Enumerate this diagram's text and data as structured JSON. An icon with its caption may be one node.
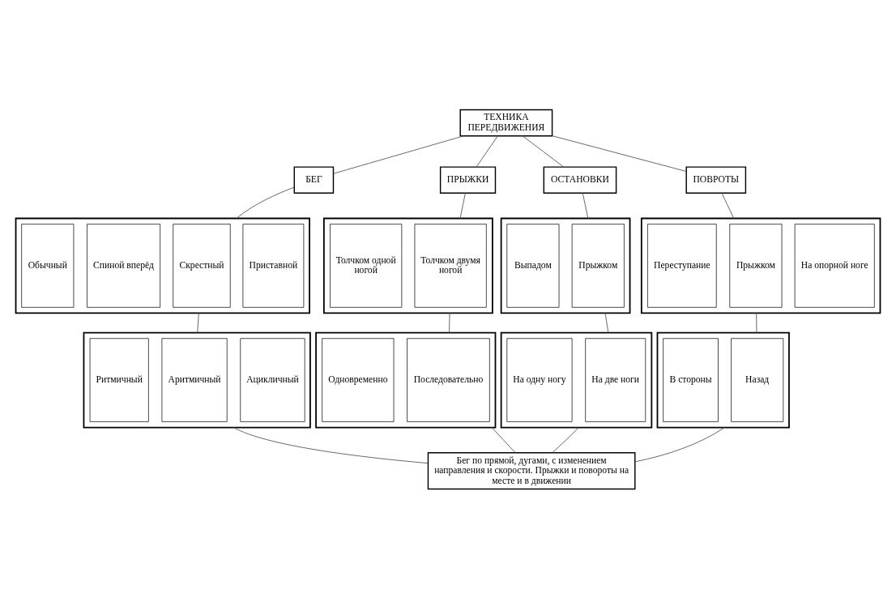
{
  "diagram": {
    "nodes": [
      {
        "text": [
          "ТЕХНИКА ПЕРЕДВИЖЕНИЯ"
        ]
      },
      {
        "text": [
          "БЕГ"
        ]
      },
      {
        "text": [],
        "shape": "box"
      },
      {
        "text": [
          "Обычный"
        ],
        "in": 2
      },
      {
        "text": [
          "Спиной вперёд"
        ],
        "in": 2
      },
      {
        "text": [
          "Скрестный"
        ],
        "in": 2
      },
      {
        "text": [
          "Приставной"
        ],
        "in": 2
      },
      {
        "text": [],
        "shape": "box"
      },
      {
        "text": [
          "Ритмичный"
        ],
        "in": 7
      },
      {
        "text": [
          "Аритмичный"
        ],
        "in": 7
      },
      {
        "text": [
          "Ацикличный"
        ],
        "in": 7
      },
      {
        "text": [
          "ПРЫЖКИ"
        ]
      },
      {
        "text": [],
        "shape": "box"
      },
      {
        "text": [
          "Толчком одной ногой"
        ],
        "in": 12
      },
      {
        "text": [
          "Толчком двумя ногой"
        ],
        "in": 12
      },
      {
        "text": [],
        "shape": "box"
      },
      {
        "text": [
          "Одновременно"
        ],
        "in": 15
      },
      {
        "text": [
          "Последовательно"
        ],
        "in": 15
      },
      {
        "text": [
          "ОСТАНОВКИ"
        ]
      },
      {
        "text": [],
        "shape": "box"
      },
      {
        "text": [
          "Выпадом"
        ],
        "in": 19
      },
      {
        "text": [
          "Прыжком"
        ],
        "in": 19
      },
      {
        "text": [],
        "shape": "box"
      },
      {
        "text": [
          "На одну ногу"
        ],
        "in": 22
      },
      {
        "text": [
          "На две ноги"
        ],
        "in": 22
      },
      {
        "text": [
          "ПОВРОТЫ"
        ]
      },
      {
        "text": [],
        "shape": "box"
      },
      {
        "text": [
          "Переступание"
        ],
        "in": 26
      },
      {
        "text": [
          "Прыжком"
        ],
        "in": 26
      },
      {
        "text": [
          "На опорной ноге"
        ],
        "in": 26
      },
      {
        "text": [],
        "shape": "box"
      },
      {
        "text": [
          "В стороны"
        ],
        "in": 30
      },
      {
        "text": [
          "Назад"
        ],
        "in": 30
      },
      {
        "text": [
          "Бег по прямой, дугами, с изменением направления и скорости. Прыжки и повороты на месте и в движении"
        ]
      }
    ],
    "edges": [
      {
        "from": 0,
        "to": 1,
        "arrow": "none"
      },
      {
        "from": 0,
        "to": 11,
        "arrow": "none"
      },
      {
        "from": 0,
        "to": 18,
        "arrow": "none"
      },
      {
        "from": 0,
        "to": 25,
        "arrow": "none"
      },
      {
        "from": 1,
        "to": 2,
        "arrow": "none"
      },
      {
        "from": 2,
        "to": 7,
        "arrow": "none"
      },
      {
        "from": 11,
        "to": 12,
        "arrow": "none"
      },
      {
        "from": 12,
        "to": 15,
        "arrow": "none"
      },
      {
        "from": 18,
        "to": 19,
        "arrow": "none"
      },
      {
        "from": 19,
        "to": 22,
        "arrow": "none"
      },
      {
        "from": 25,
        "to": 26,
        "arrow": "none"
      },
      {
        "from": 26,
        "to": 30,
        "arrow": "none"
      },
      {
        "from": 7,
        "to": 33,
        "arrow": "none"
      },
      {
        "from": 15,
        "to": 33,
        "arrow": "none"
      },
      {
        "from": 22,
        "to": 33,
        "arrow": "none"
      },
      {
        "from": 30,
        "to": 33,
        "arrow": "none"
      }
    ]
  }
}
